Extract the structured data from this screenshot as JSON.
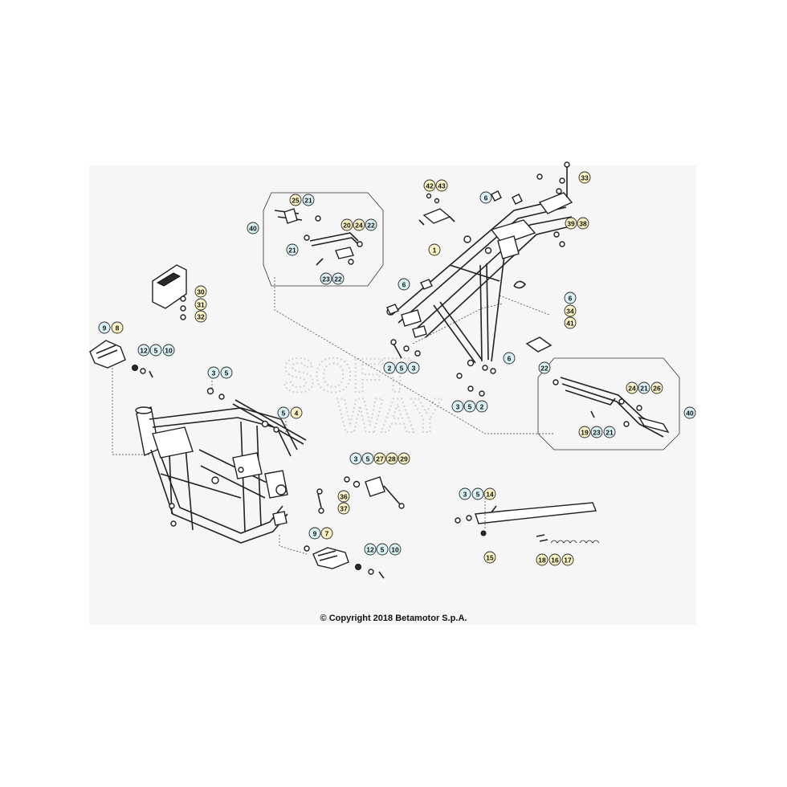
{
  "copyright": "© Copyright 2018 Betamotor S.p.A.",
  "watermark": [
    "SOFT",
    "WAY"
  ],
  "colors": {
    "callout_yellow": "#fbf3c2",
    "callout_cyan": "#d8f2f6",
    "callout_border": "#2a2a2a",
    "panel_background": "#f6f6f6"
  },
  "callouts": [
    {
      "label": "1",
      "style": "yellow"
    },
    {
      "label": "2",
      "style": "cyan"
    },
    {
      "label": "5",
      "style": "cyan"
    },
    {
      "label": "3",
      "style": "cyan"
    },
    {
      "label": "3",
      "style": "cyan"
    },
    {
      "label": "5",
      "style": "cyan"
    },
    {
      "label": "2",
      "style": "cyan"
    },
    {
      "label": "3",
      "style": "cyan"
    },
    {
      "label": "5",
      "style": "cyan"
    },
    {
      "label": "5",
      "style": "cyan"
    },
    {
      "label": "4",
      "style": "yellow"
    },
    {
      "label": "3",
      "style": "cyan"
    },
    {
      "label": "5",
      "style": "cyan"
    },
    {
      "label": "27",
      "style": "yellow"
    },
    {
      "label": "28",
      "style": "yellow"
    },
    {
      "label": "29",
      "style": "yellow"
    },
    {
      "label": "3",
      "style": "cyan"
    },
    {
      "label": "5",
      "style": "cyan"
    },
    {
      "label": "14",
      "style": "yellow"
    },
    {
      "label": "15",
      "style": "yellow"
    },
    {
      "label": "18",
      "style": "yellow"
    },
    {
      "label": "16",
      "style": "yellow"
    },
    {
      "label": "17",
      "style": "yellow"
    },
    {
      "label": "9",
      "style": "cyan"
    },
    {
      "label": "8",
      "style": "yellow"
    },
    {
      "label": "12",
      "style": "cyan"
    },
    {
      "label": "5",
      "style": "cyan"
    },
    {
      "label": "10",
      "style": "cyan"
    },
    {
      "label": "9",
      "style": "cyan"
    },
    {
      "label": "7",
      "style": "yellow"
    },
    {
      "label": "12",
      "style": "cyan"
    },
    {
      "label": "5",
      "style": "cyan"
    },
    {
      "label": "10",
      "style": "cyan"
    },
    {
      "label": "30",
      "style": "yellow"
    },
    {
      "label": "31",
      "style": "yellow"
    },
    {
      "label": "32",
      "style": "yellow"
    },
    {
      "label": "36",
      "style": "yellow"
    },
    {
      "label": "37",
      "style": "yellow"
    },
    {
      "label": "40",
      "style": "cyan"
    },
    {
      "label": "25",
      "style": "yellow"
    },
    {
      "label": "21",
      "style": "cyan"
    },
    {
      "label": "20",
      "style": "yellow"
    },
    {
      "label": "24",
      "style": "yellow"
    },
    {
      "label": "22",
      "style": "cyan"
    },
    {
      "label": "21",
      "style": "cyan"
    },
    {
      "label": "23",
      "style": "cyan"
    },
    {
      "label": "22",
      "style": "cyan"
    },
    {
      "label": "42",
      "style": "yellow"
    },
    {
      "label": "43",
      "style": "yellow"
    },
    {
      "label": "6",
      "style": "cyan"
    },
    {
      "label": "33",
      "style": "yellow"
    },
    {
      "label": "39",
      "style": "yellow"
    },
    {
      "label": "38",
      "style": "yellow"
    },
    {
      "label": "6",
      "style": "cyan"
    },
    {
      "label": "6",
      "style": "cyan"
    },
    {
      "label": "34",
      "style": "yellow"
    },
    {
      "label": "41",
      "style": "yellow"
    },
    {
      "label": "6",
      "style": "cyan"
    },
    {
      "label": "22",
      "style": "cyan"
    },
    {
      "label": "24",
      "style": "yellow"
    },
    {
      "label": "21",
      "style": "cyan"
    },
    {
      "label": "26",
      "style": "yellow"
    },
    {
      "label": "40",
      "style": "cyan"
    },
    {
      "label": "19",
      "style": "yellow"
    },
    {
      "label": "23",
      "style": "cyan"
    },
    {
      "label": "21",
      "style": "cyan"
    }
  ]
}
